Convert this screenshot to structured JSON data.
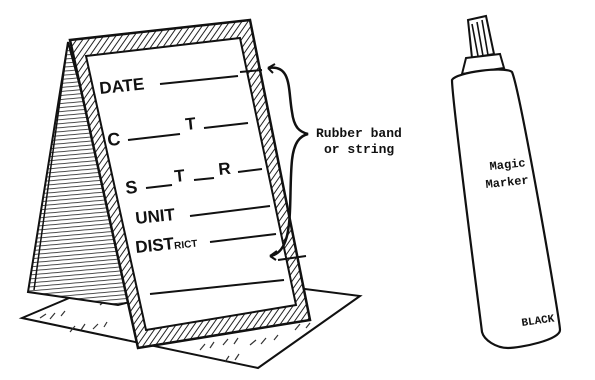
{
  "sign": {
    "fields": {
      "date": "DATE",
      "c": "C",
      "t1": "T",
      "s": "S",
      "t2": "T",
      "r": "R",
      "unit": "UNIT",
      "dist_main": "DIST",
      "dist_small": "RICT"
    }
  },
  "callout": {
    "line1": "Rubber band",
    "line2": "or string"
  },
  "marker": {
    "label_line1": "Magic",
    "label_line2": "Marker",
    "color_label": "BLACK"
  }
}
